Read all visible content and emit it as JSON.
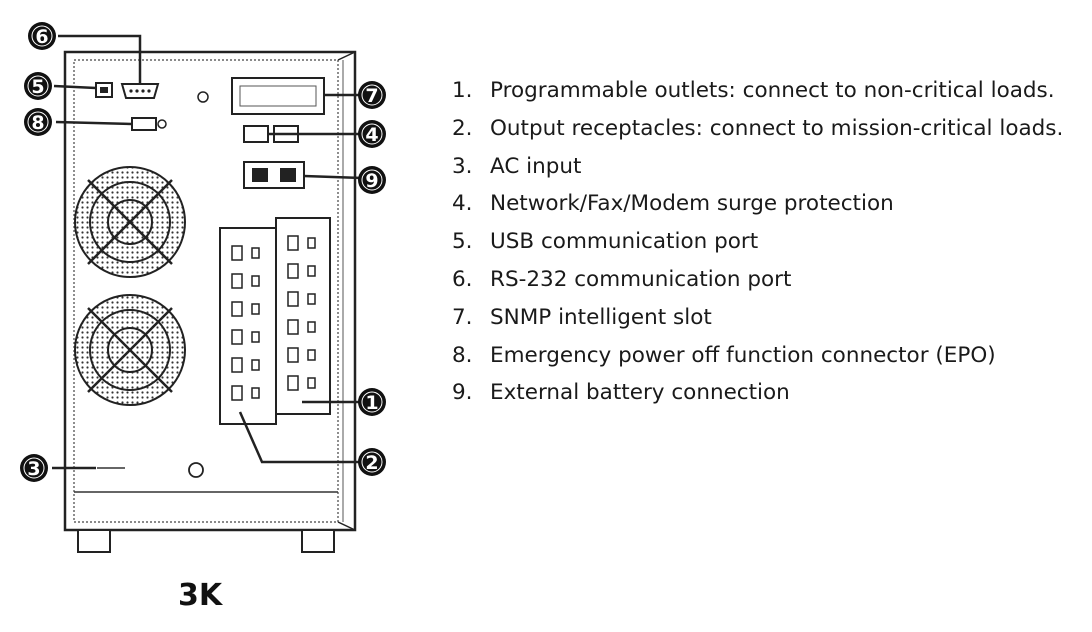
{
  "model_label": "3K",
  "callouts": [
    "1",
    "2",
    "3",
    "4",
    "5",
    "6",
    "7",
    "8",
    "9"
  ],
  "legend": [
    {
      "num": "1.",
      "text": "Programmable outlets: connect to non-critical loads."
    },
    {
      "num": "2.",
      "text": "Output receptacles: connect to mission-critical loads."
    },
    {
      "num": "3.",
      "text": "AC input"
    },
    {
      "num": "4.",
      "text": "Network/Fax/Modem surge protection"
    },
    {
      "num": "5.",
      "text": "USB communication port"
    },
    {
      "num": "6.",
      "text": "RS-232 communication port"
    },
    {
      "num": "7.",
      "text": "SNMP intelligent slot"
    },
    {
      "num": "8.",
      "text": "Emergency power off function connector (EPO)"
    },
    {
      "num": "9.",
      "text": "External battery connection"
    }
  ]
}
